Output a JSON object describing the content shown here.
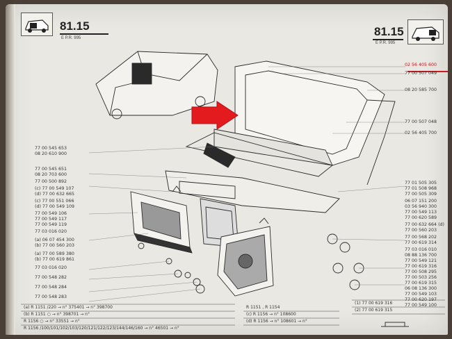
{
  "header": {
    "section_left": "81.15",
    "section_right": "81.15",
    "sub_left": "E      P.R. 995",
    "sub_right": "E      P.R. 995"
  },
  "refs_right": [
    {
      "text": "02 56 405 600",
      "highlight": true
    },
    {
      "text": "77 00 507 049"
    },
    {
      "text": "08 20 585 700"
    },
    {
      "text": "77 00 507 048"
    },
    {
      "text": "02 56 405 700"
    },
    {
      "text": "77 01 505 305"
    },
    {
      "text": "77 01 508 968"
    },
    {
      "text": "77 00 505 309"
    },
    {
      "text": "06 07 151 200"
    },
    {
      "text": "03 56 940 300"
    },
    {
      "text": "77 00 549 113"
    },
    {
      "text": "77 00 620 589"
    },
    {
      "text": "77 00 632 664 (d)"
    },
    {
      "text": "77 00 560 203"
    },
    {
      "text": "77 00 568 202"
    },
    {
      "text": "77 00 619 314"
    },
    {
      "text": "77 03 016 010"
    },
    {
      "text": "08 88 136 700"
    },
    {
      "text": "77 00 549 121"
    },
    {
      "text": "77 00 619 316"
    },
    {
      "text": "77 00 508 295"
    },
    {
      "text": "77 00 503 256"
    },
    {
      "text": "77 00 619 315"
    },
    {
      "text": "06 08 136 300"
    },
    {
      "text": "77 00 549 103"
    },
    {
      "text": "77 00 620 197"
    },
    {
      "text": "77 00 549 100"
    }
  ],
  "refs_left": [
    {
      "text": "77 00 545 653"
    },
    {
      "text": "08 20 610 900"
    },
    {
      "text": "77 00 545 651"
    },
    {
      "text": "08 20 703 600"
    },
    {
      "text": "77 00 500 892"
    },
    {
      "text": "(c) 77 00 549 107"
    },
    {
      "text": "(d) 77 00 632 665"
    },
    {
      "text": "(c) 77 00 551 066"
    },
    {
      "text": "(d) 77 00 549 109"
    },
    {
      "text": "77 00 549 106"
    },
    {
      "text": "77 00 549 117"
    },
    {
      "text": "77 00 549 119"
    },
    {
      "text": "77 03 016 020"
    },
    {
      "text": "(a) 06 07 454 300"
    },
    {
      "text": "(b) 77 00 560 203"
    },
    {
      "text": "(a) 77 00 589 380"
    },
    {
      "text": "(b) 77 00 619 861"
    },
    {
      "text": "77 03 016 020"
    },
    {
      "text": "77 00 548 282"
    },
    {
      "text": "77 00 548 284"
    },
    {
      "text": "77 00 548 283"
    }
  ],
  "table_left": [
    "(a)  R 1151   /220   → n° 375401   → n° 398700",
    "(b)  R 1151   ○   → n° 398701   → n°",
    "     R 1156   ○   → n° 33551   → n°",
    "     R 1156  /100/101/102/103/120/121/122/123/144/146/160   → n° 46501   → n°"
  ],
  "table_right": [
    "R 1151 , R 1154",
    "(c)  R 1156   → n° 108600",
    "(d)  R 1156   → n° 108601   → n°"
  ],
  "table_far_right": [
    "(1)   77 00 619 316",
    "(2)   77 00 619 315"
  ],
  "colors": {
    "accent": "#d0181d",
    "paper": "#e9e8e2",
    "ink": "#2a2a2a"
  }
}
